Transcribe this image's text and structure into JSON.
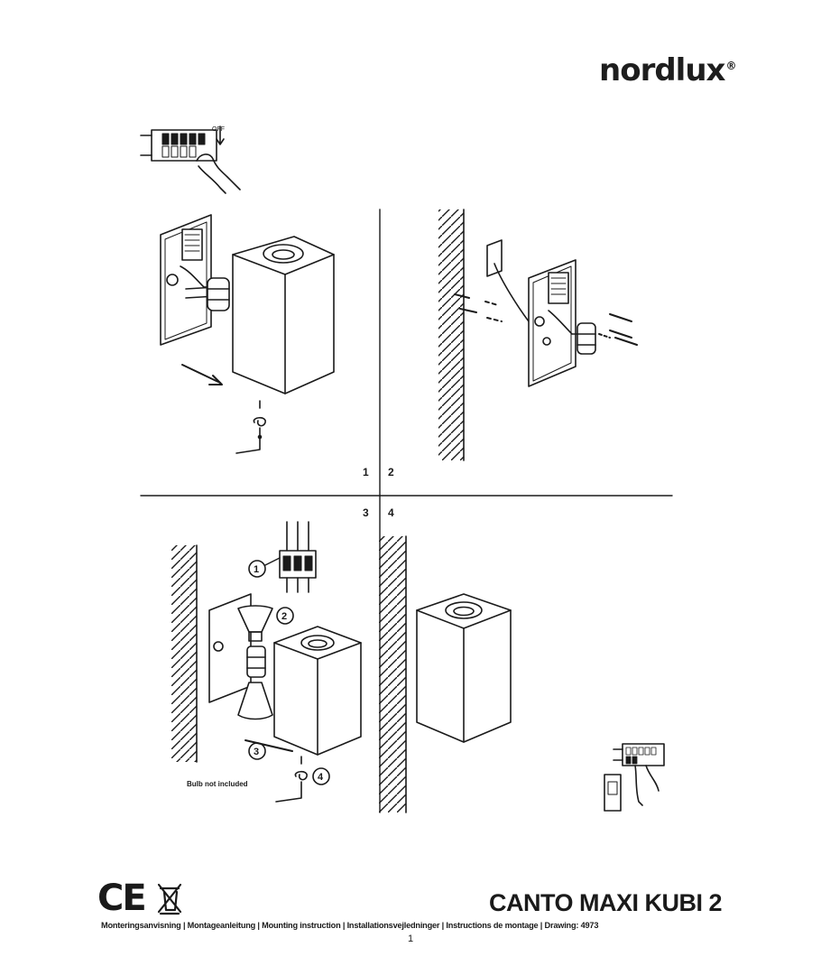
{
  "header": {
    "logo_text": "nordlux",
    "logo_mark": "®"
  },
  "steps": {
    "n1": "1",
    "n2": "2",
    "n3": "3",
    "n4": "4",
    "callout_1": "1",
    "callout_2": "2",
    "callout_3": "3",
    "callout_4": "4"
  },
  "notes": {
    "bulb_not_included": "Bulb not included"
  },
  "footer": {
    "ce_mark": "CE",
    "product_name": "CANTO MAXI KUBI 2",
    "subtitle": "Monteringsanvisning | Montageanleitung | Mounting instruction | Installationsvejledninger | Instructions de montage | Drawing: 4973",
    "page_number": "1"
  },
  "icons": [
    "power-switch-icon",
    "weee-bin-icon",
    "screwdriver-icon",
    "wall-hatch-icon"
  ],
  "colors": {
    "ink": "#1a1a1a",
    "background": "#ffffff"
  }
}
